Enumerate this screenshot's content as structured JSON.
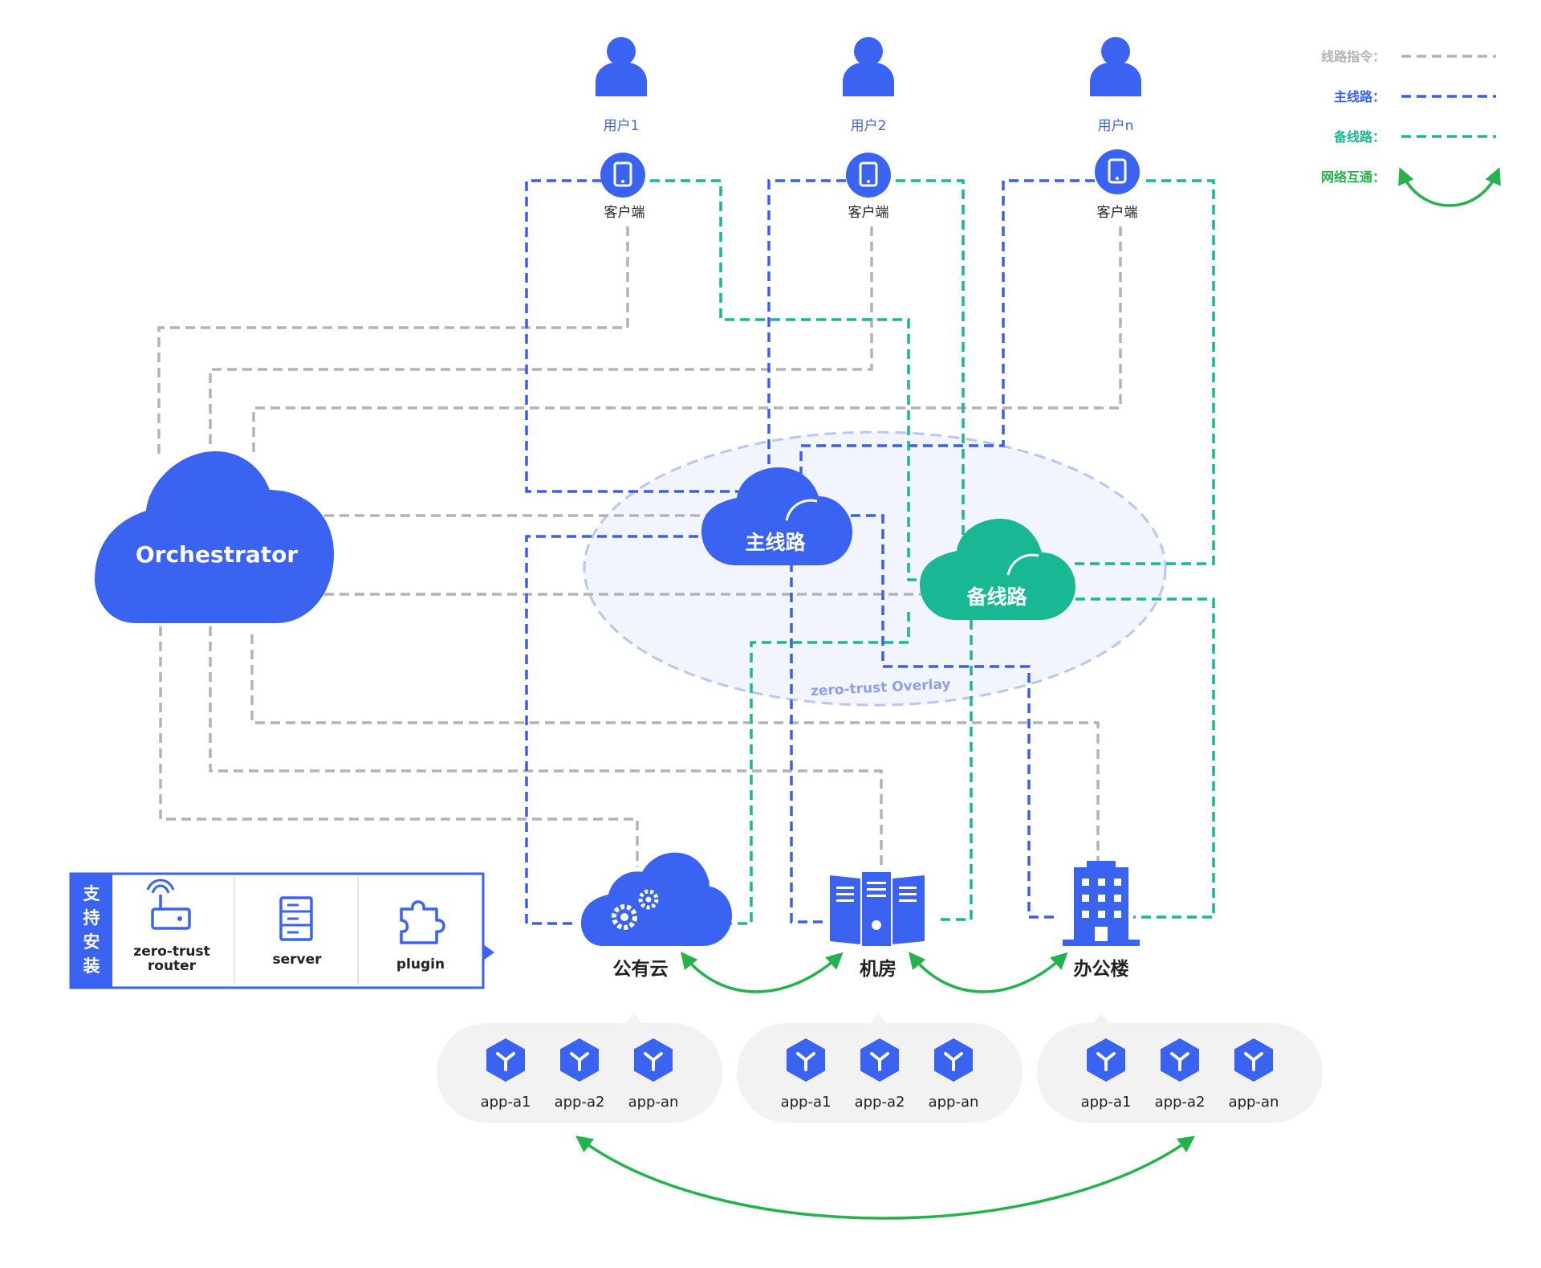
{
  "colors": {
    "blue": "#3a63f2",
    "green": "#17b893",
    "gray": "#b3b3b3",
    "arc_green": "#24b24b"
  },
  "legend": {
    "command": "线路指令：",
    "main": "主线路：",
    "backup": "备线路：",
    "interconnect": "网络互通："
  },
  "users": [
    {
      "label": "用户1",
      "client": "客户端"
    },
    {
      "label": "用户2",
      "client": "客户端"
    },
    {
      "label": "用户n",
      "client": "客户端"
    }
  ],
  "orchestrator": "Orchestrator",
  "main_line": "主线路",
  "backup_line": "备线路",
  "overlay_label": "zero-trust Overlay",
  "sites": {
    "cloud": "公有云",
    "datacenter": "机房",
    "office": "办公楼"
  },
  "apps": [
    "app-a1",
    "app-a2",
    "app-an"
  ],
  "install": {
    "title": [
      "支",
      "持",
      "安",
      "装"
    ],
    "router_line1": "zero-trust",
    "router_line2": "router",
    "server": "server",
    "plugin": "plugin"
  },
  "icons": {
    "user": "user-icon",
    "client": "tablet-icon",
    "gear": "gear-icon",
    "server_rack": "server-rack-icon",
    "building": "office-building-icon",
    "app": "app-cube-icon",
    "router": "router-icon",
    "server": "server-icon",
    "plugin": "puzzle-icon"
  }
}
